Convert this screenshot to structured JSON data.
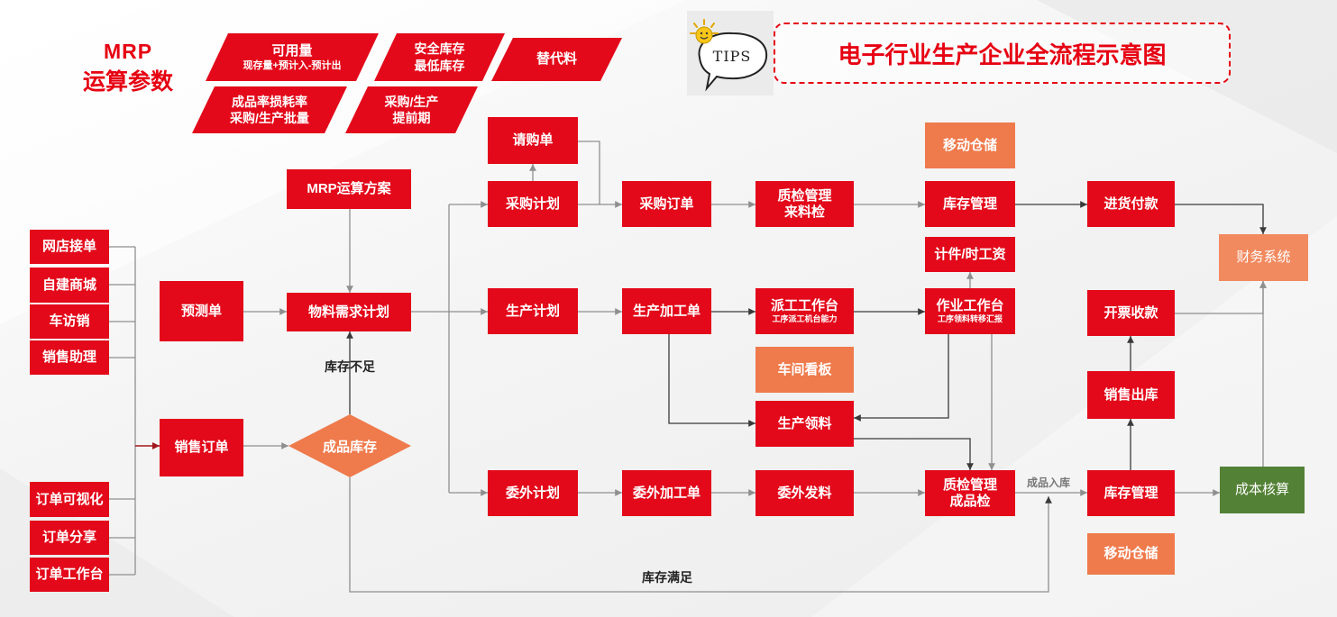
{
  "title": "电子行业生产企业全流程示意图",
  "tips": {
    "label": "TIPS",
    "icon": "tips-bubble-sun-icon"
  },
  "mrp_params": {
    "heading": {
      "line1": "MRP",
      "line2": "运算参数"
    },
    "items": [
      {
        "line1": "可用量",
        "line2": "现存量+预计入-预计出"
      },
      {
        "line1": "安全库存",
        "line2": "最低库存"
      },
      {
        "line1": "替代料"
      },
      {
        "line1": "成品率损耗率",
        "line2": "采购/生产批量"
      },
      {
        "line1": "采购/生产",
        "line2": "提前期"
      }
    ]
  },
  "order_sources": [
    "网店接单",
    "自建商城",
    "车访销",
    "销售助理"
  ],
  "order_tools": [
    "订单可视化",
    "订单分享",
    "订单工作台"
  ],
  "nodes": {
    "forecast": "预测单",
    "sales_order": "销售订单",
    "mrp_plan": "MRP运算方案",
    "material_plan": "物料需求计划",
    "finished_stock": "成品库存",
    "purchase_request": "请购单",
    "purchase_plan": "采购计划",
    "production_plan": "生产计划",
    "outsource_plan": "委外计划",
    "purchase_order": "采购订单",
    "production_order": "生产加工单",
    "outsource_order": "委外加工单",
    "incoming_qc": {
      "line1": "质检管理",
      "line2": "来料检"
    },
    "dispatch_bench": {
      "line1": "派工工作台",
      "line2": "工序派工机台能力"
    },
    "workshop_board": "车间看板",
    "production_picking": "生产领料",
    "outsource_issue": "委外发料",
    "mobile_wms_top": "移动仓储",
    "inventory_top": "库存管理",
    "piece_wage": "计件/时工资",
    "work_bench": {
      "line1": "作业工作台",
      "line2": "工序领料转移汇报"
    },
    "finished_qc": {
      "line1": "质检管理",
      "line2": "成品检"
    },
    "purchase_payment": "进货付款",
    "invoice_receipt": "开票收款",
    "sales_outbound": "销售出库",
    "inventory_bottom": "库存管理",
    "mobile_wms_bottom": "移动仓储",
    "finance_system": "财务系统",
    "cost_accounting": "成本核算"
  },
  "edge_labels": {
    "stock_insufficient": "库存不足",
    "stock_sufficient": "库存满足",
    "finished_inbound": "成品入库"
  },
  "colors": {
    "process_red": "#e3091a",
    "support_orange": "#ef7a4c",
    "finance_salmon": "#f28a60",
    "cost_green": "#538135",
    "title_red": "#e60012",
    "connector_gray": "#8f8f8f",
    "connector_dark": "#3a3a3a"
  }
}
